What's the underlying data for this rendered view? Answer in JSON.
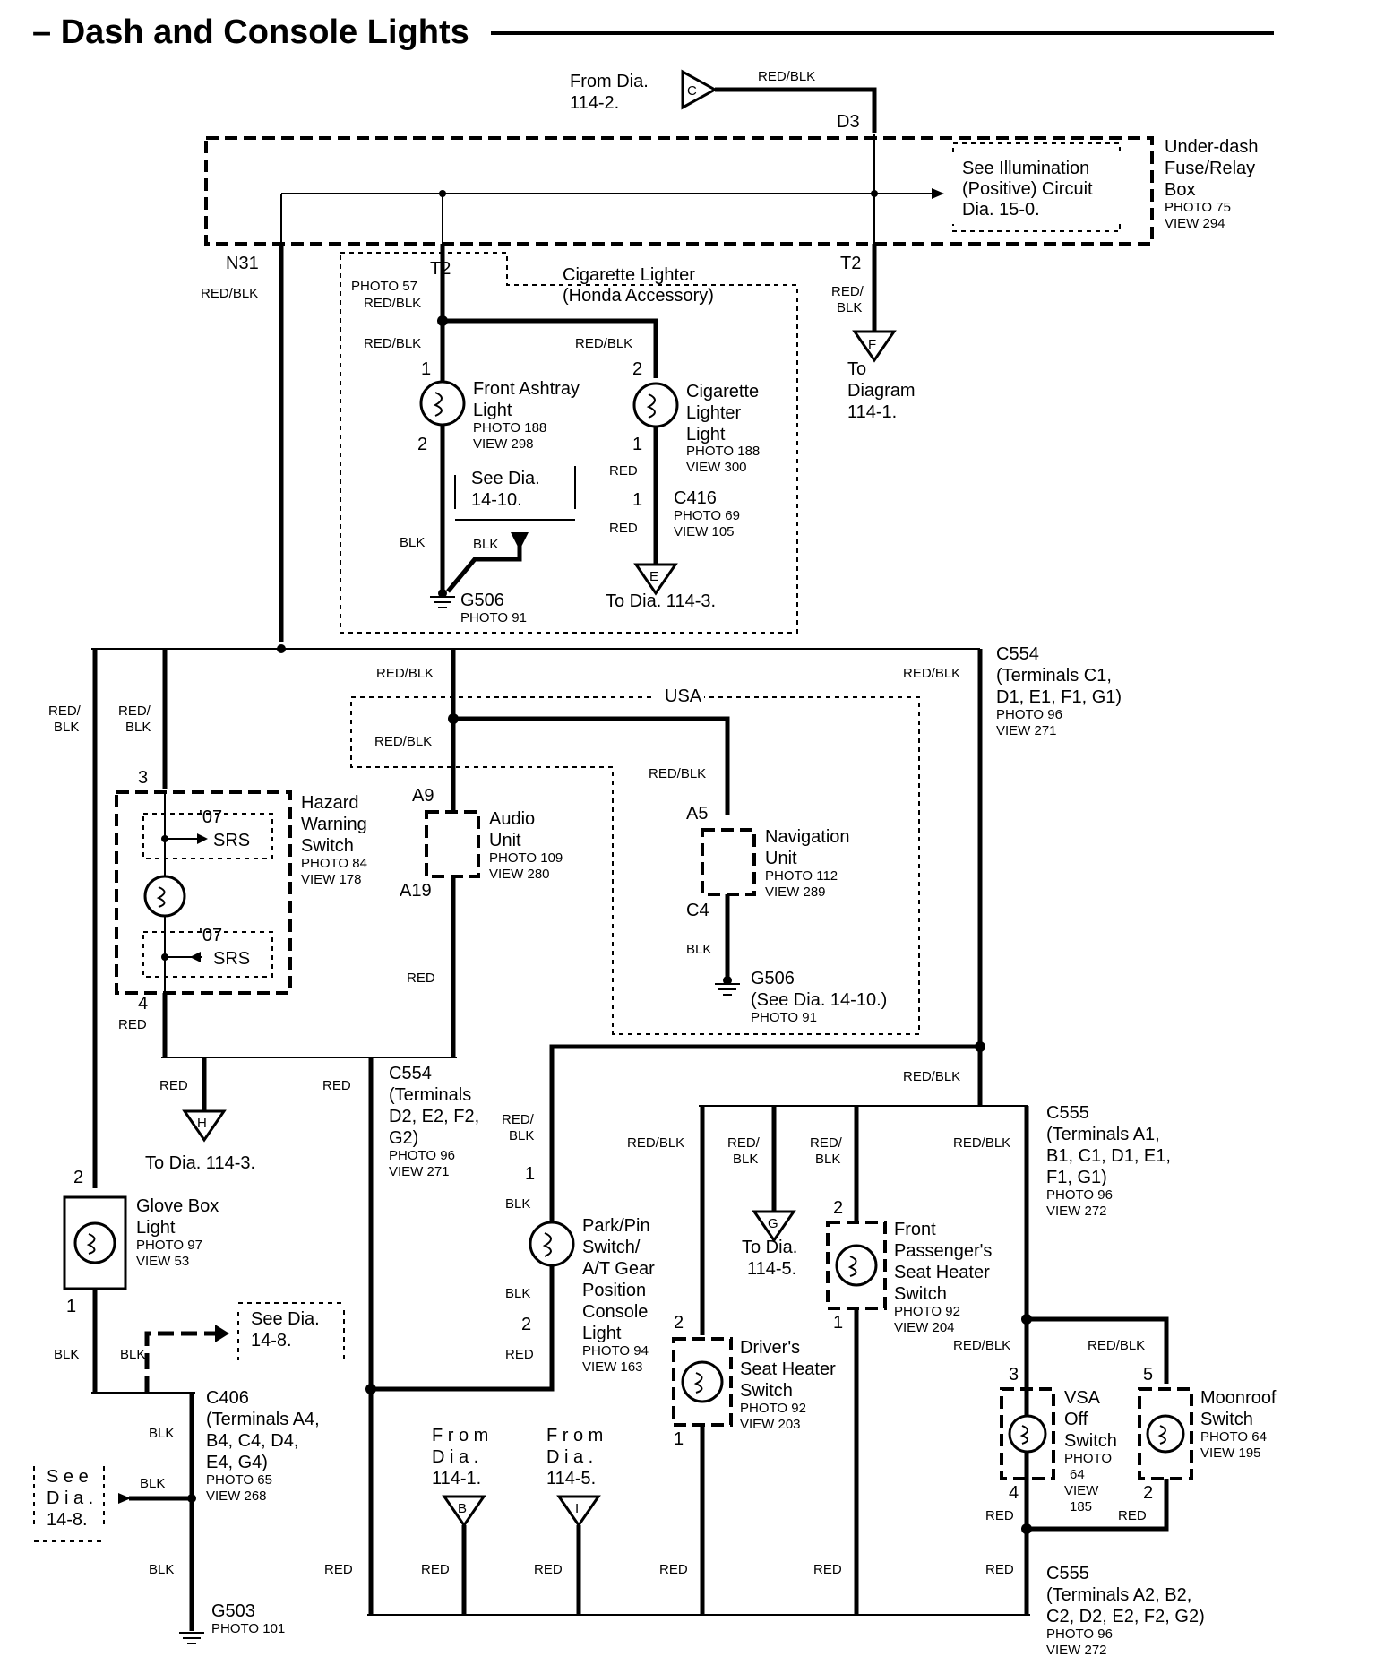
{
  "title": "– Dash and Console Lights",
  "wire_colors": {
    "red_blk": "RED/BLK",
    "red_blk_a": "RED/",
    "red_blk_b": "BLK",
    "red": "RED",
    "blk": "BLK"
  },
  "top": {
    "from_dia": [
      "From Dia.",
      "114-2."
    ],
    "conn_c": "C",
    "d3": "D3",
    "under_dash": [
      "Under-dash",
      "Fuse/Relay",
      "Box"
    ],
    "under_dash_photo": [
      "PHOTO 75",
      "VIEW 294"
    ],
    "see_illum": [
      "See Illumination",
      "(Positive) Circuit",
      "Dia. 15-0."
    ],
    "n31": "N31",
    "t2_left": "T2",
    "t2_left_photo": "PHOTO 57",
    "t2_right": "T2",
    "to_diagram": [
      "To",
      "Diagram",
      "114-1."
    ],
    "conn_f": "F"
  },
  "cig": {
    "group": [
      "Cigarette Lighter",
      "(Honda Accessory)"
    ],
    "ashtray": [
      "Front Ashtray",
      "Light"
    ],
    "ashtray_photo": [
      "PHOTO 188",
      "VIEW 298"
    ],
    "lighter": [
      "Cigarette",
      "Lighter",
      "Light"
    ],
    "lighter_photo": [
      "PHOTO 188",
      "VIEW 300"
    ],
    "see_dia": [
      "See Dia.",
      "14-10."
    ],
    "c416": "C416",
    "c416_photo": [
      "PHOTO 69",
      "VIEW 105"
    ],
    "g506": "G506",
    "g506_photo": "PHOTO 91",
    "to_dia_e": "To Dia. 114-3.",
    "conn_e": "E",
    "pin1": "1",
    "pin2": "2"
  },
  "mid": {
    "c554_top": [
      "C554",
      "(Terminals C1,",
      "D1, E1, F1, G1)"
    ],
    "c554_top_photo": [
      "PHOTO 96",
      "VIEW 271"
    ],
    "usa": "USA",
    "hazard": [
      "Hazard",
      "Warning",
      "Switch"
    ],
    "hazard_photo": [
      "PHOTO 84",
      "VIEW 178"
    ],
    "srs07": "'07",
    "srs": "SRS",
    "audio": [
      "Audio",
      "Unit"
    ],
    "audio_photo": [
      "PHOTO 109",
      "VIEW 280"
    ],
    "a9": "A9",
    "a19": "A19",
    "nav": [
      "Navigation",
      "Unit"
    ],
    "nav_photo": [
      "PHOTO 112",
      "VIEW 289"
    ],
    "a5": "A5",
    "c4": "C4",
    "g506": [
      "G506",
      "(See Dia. 14-10.)"
    ],
    "g506_photo": "PHOTO 91",
    "pin3": "3",
    "pin4": "4"
  },
  "lower": {
    "c554_mid": [
      "C554",
      "(Terminals",
      "D2, E2, F2,",
      "G2)"
    ],
    "c554_mid_photo": [
      "PHOTO 96",
      "VIEW 271"
    ],
    "to_dia_h": "To Dia. 114-3.",
    "conn_h": "H",
    "glove": [
      "Glove Box",
      "Light"
    ],
    "glove_photo": [
      "PHOTO 97",
      "VIEW 53"
    ],
    "see_dia_148": [
      "See Dia.",
      "14-8."
    ],
    "see_dia_148b": [
      "S e e",
      "D i a .",
      "14-8."
    ],
    "c406": [
      "C406",
      "(Terminals A4,",
      "B4, C4, D4,",
      "E4, G4)"
    ],
    "c406_photo": [
      "PHOTO 65",
      "VIEW 268"
    ],
    "g503": "G503",
    "g503_photo": "PHOTO 101",
    "from_b": [
      "F r o m",
      "D i a .",
      "114-1."
    ],
    "from_i": [
      "F r o m",
      "D i a .",
      "114-5."
    ],
    "conn_b": "B",
    "conn_i": "I",
    "park": [
      "Park/Pin",
      "Switch/",
      "A/T Gear",
      "Position",
      "Console",
      "Light"
    ],
    "park_photo": [
      "PHOTO 94",
      "VIEW 163"
    ],
    "to_dia_g": [
      "To Dia.",
      "114-5."
    ],
    "conn_g": "G",
    "fp_heater": [
      "Front",
      "Passenger's",
      "Seat Heater",
      "Switch"
    ],
    "fp_heater_photo": [
      "PHOTO 92",
      "VIEW 204"
    ],
    "dr_heater": [
      "Driver's",
      "Seat Heater",
      "Switch"
    ],
    "dr_heater_photo": [
      "PHOTO 92",
      "VIEW 203"
    ],
    "c555_top": [
      "C555",
      "(Terminals A1,",
      "B1, C1, D1, E1,",
      "F1, G1)"
    ],
    "c555_top_photo": [
      "PHOTO 96",
      "VIEW 272"
    ],
    "vsa": [
      "VSA",
      "Off",
      "Switch"
    ],
    "vsa_photo": [
      "PHOTO",
      "64",
      "VIEW",
      "185"
    ],
    "moon": [
      "Moonroof",
      "Switch"
    ],
    "moon_photo": [
      "PHOTO 64",
      "VIEW 195"
    ],
    "c555_bot": [
      "C555",
      "(Terminals A2, B2,",
      "C2, D2, E2, F2, G2)"
    ],
    "c555_bot_photo": [
      "PHOTO 96",
      "VIEW 272"
    ],
    "pin1": "1",
    "pin2": "2",
    "pin3": "3",
    "pin4": "4",
    "pin5": "5"
  }
}
